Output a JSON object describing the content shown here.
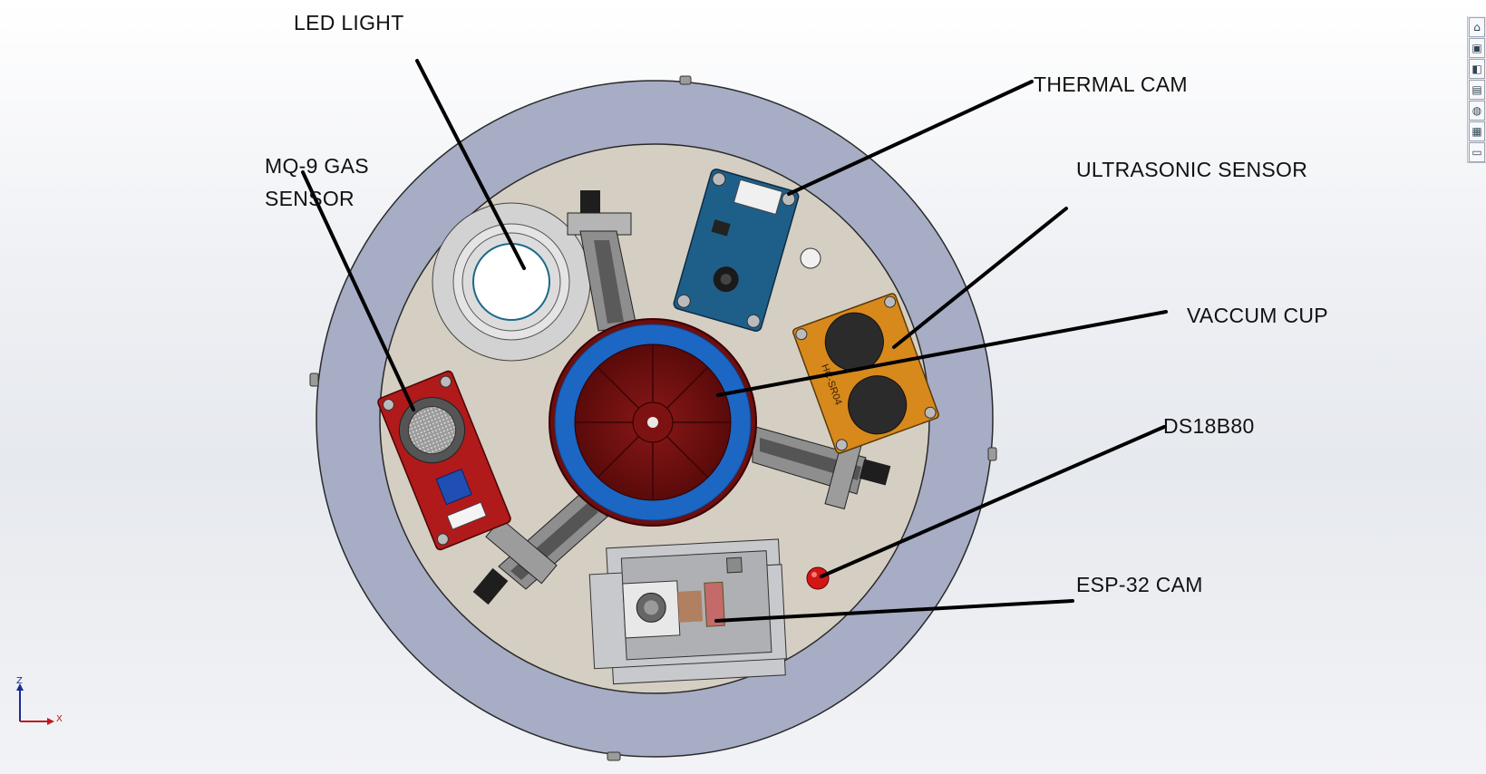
{
  "labels": {
    "led_light": "LED LIGHT",
    "thermal_cam": "THERMAL CAM",
    "mq9_line1": "MQ-9 GAS",
    "mq9_line2": "SENSOR",
    "ultrasonic": "ULTRASONIC SENSOR",
    "vaccum_cup": "VACCUM CUP",
    "ds18b80": "DS18B80",
    "esp32": "ESP-32 CAM"
  },
  "ultrasonic_board_text": "HC-SR04",
  "triad": {
    "z": "Z",
    "x": "X"
  },
  "toolbar_icons": [
    "home-view-icon",
    "view-orientation-icon",
    "section-view-icon",
    "display-style-icon",
    "appearance-icon",
    "scene-icon",
    "view-settings-icon"
  ],
  "toolbar_glyphs": [
    "⌂",
    "▣",
    "◧",
    "▤",
    "◍",
    "▦",
    "▭"
  ],
  "colors": {
    "outer_ring": "#a6adc4",
    "base_plate": "#d5cec3",
    "vacuum_blue": "#1c66c4",
    "vacuum_red": "#6e0e0e",
    "mq9_board": "#b01a1a",
    "ultrasonic_board": "#d8891c",
    "thermal_board": "#1e5f8a",
    "ds18b80": "#d21616"
  }
}
